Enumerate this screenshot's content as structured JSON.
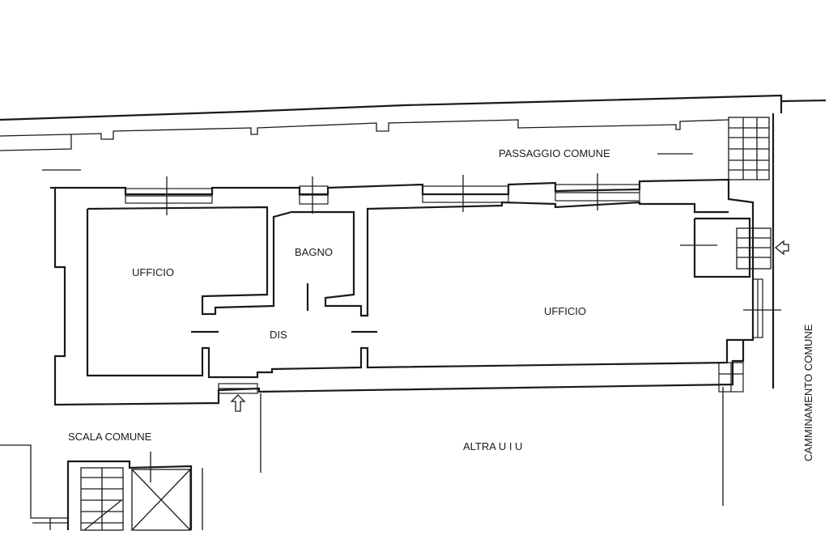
{
  "rooms": {
    "office_left": "UFFICIO",
    "bathroom": "BAGNO",
    "hall": "DIS",
    "office_right": "UFFICIO"
  },
  "areas": {
    "passage": "PASSAGGIO COMUNE",
    "walkway": "CAMMINAMENTO COMUNE",
    "stair": "SCALA COMUNE",
    "other_unit": "ALTRA U I U"
  }
}
